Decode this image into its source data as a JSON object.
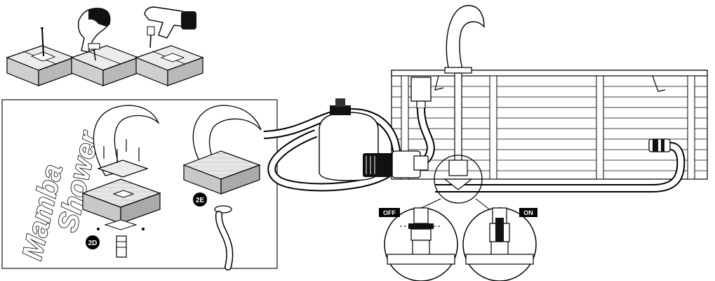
{
  "title": {
    "line1": "Mamba",
    "line2": "Shower"
  },
  "step_labels": {
    "a": "2D",
    "b": "2E"
  },
  "valve_labels": {
    "off": "OFF",
    "on": "ON"
  },
  "colors": {
    "ink": "#000000",
    "paper": "#ffffff",
    "wood_shade": "#d9d9d9",
    "wood_dark": "#9a9a9a",
    "box_border": "#444444"
  },
  "icons": [
    "drill-icon",
    "jigsaw-icon",
    "sand-filter-icon",
    "pump-motor-icon",
    "tee-valve-icon",
    "hose-connector-icon"
  ]
}
